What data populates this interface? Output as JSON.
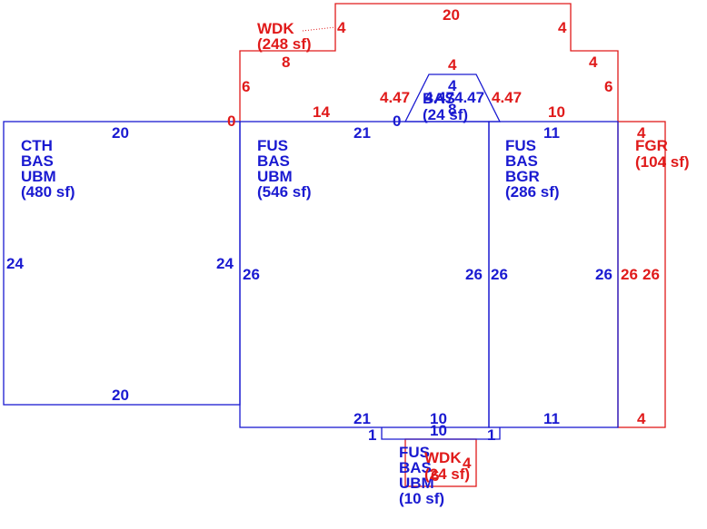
{
  "colors": {
    "living": "#1a1ad1",
    "exterior": "#e01a1a"
  },
  "areas": {
    "cth": {
      "code": "CTH",
      "line2": "BAS",
      "line3": "UBM",
      "area": "(480 sf)"
    },
    "fus_main": {
      "code": "FUS",
      "line2": "BAS",
      "line3": "UBM",
      "area": "(546 sf)"
    },
    "fus_right": {
      "code": "FUS",
      "line2": "BAS",
      "line3": "BGR",
      "area": "(286 sf)"
    },
    "bay": {
      "code": "BAS",
      "area": "(24 sf)"
    },
    "wdk_top": {
      "code": "WDK",
      "area": "(248 sf)"
    },
    "fgr": {
      "code": "FGR",
      "area": "(104 sf)"
    },
    "fus_small": {
      "code": "FUS",
      "line2": "BAS",
      "line3": "UBM",
      "area": "(10 sf)"
    },
    "wdk_bottom": {
      "code": "WDK",
      "area": "(24 sf)"
    }
  },
  "dimensions": {
    "wdk_top_20": "20",
    "wdk_top_4_left": "4",
    "wdk_top_4_right": "4",
    "wdk_top_8": "8",
    "wdk_top_4_step": "4",
    "wdk_top_6_left": "6",
    "wdk_top_6_right": "6",
    "wdk_top_14": "14",
    "wdk_top_0": "0",
    "wdk_top_10": "10",
    "wdk_top_447_left": "4.47",
    "wdk_top_447_right": "4.47",
    "wdk_top_4_bay": "4",
    "bay_4": "4",
    "bay_447_left": "4.47",
    "bay_447_right": "4.47",
    "bay_8": "8",
    "bay_0": "0",
    "cth_top": "20",
    "cth_left": "24",
    "cth_right": "24",
    "cth_bottom": "20",
    "fus_top": "21",
    "fus_left": "26",
    "fus_right": "26",
    "fus_bottom": "21",
    "fus_bottom_10": "10",
    "bgr_top": "11",
    "bgr_left": "26",
    "bgr_right": "26",
    "bgr_bottom": "11",
    "fgr_top": "4",
    "fgr_left": "26",
    "fgr_right": "26",
    "fgr_bottom": "4",
    "small_top": "10",
    "small_left": "1",
    "small_right": "1",
    "small_side": "6",
    "wdk_bottom_side": "4"
  }
}
